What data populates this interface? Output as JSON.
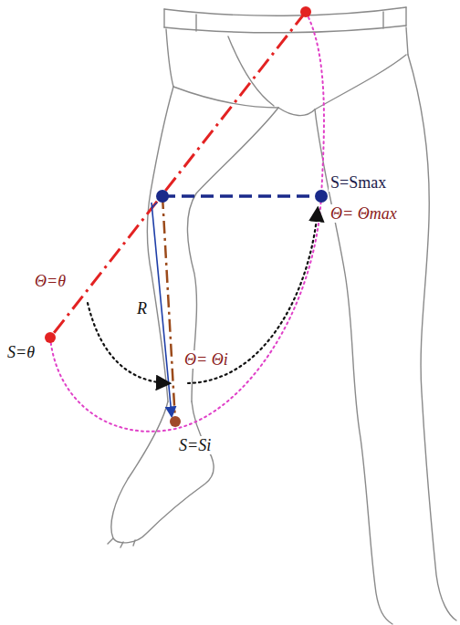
{
  "diagram": {
    "labels": [
      "S=Smax",
      "Θ= Θmax",
      "Θ=θ",
      "R",
      "Θ= Θi",
      "S=θ",
      "S=Si"
    ]
  }
}
